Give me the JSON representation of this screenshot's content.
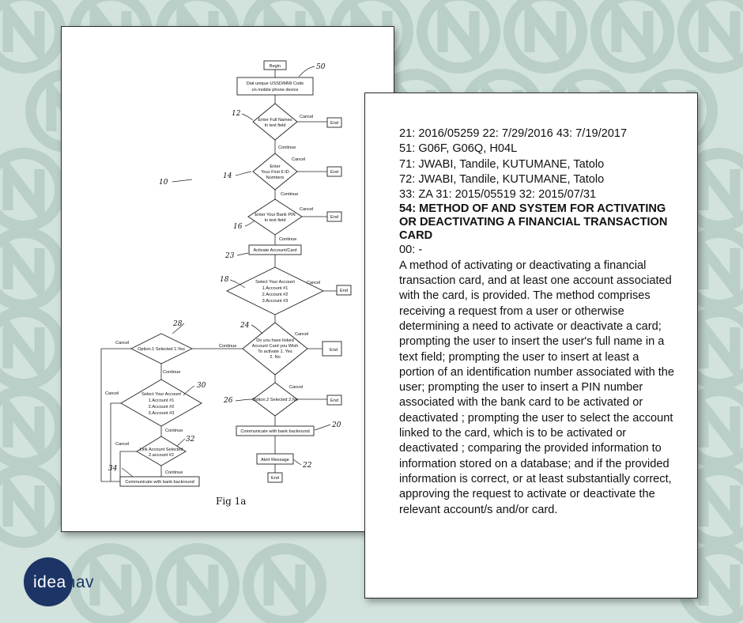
{
  "colors": {
    "background": "#d2e2dc",
    "pattern": "#b7cec5",
    "brand_blue": "#1c3566"
  },
  "flowchart": {
    "figure_caption": "Fig 1a",
    "steps": {
      "begin": "Begin",
      "dial_1": "Dial unique USSD/MMI Code",
      "dial_2": "on mobile phone device",
      "enter_names_1": "Enter Full Names",
      "enter_names_2": "In text field",
      "enter_id_1": "Enter",
      "enter_id_2": "Your First 6 ID",
      "enter_id_3": "Numbers",
      "enter_pin_1": "Enter Your Bank PIN",
      "enter_pin_2": "In text field",
      "activate": "Activate Account/Card",
      "select_1": "Select Your Account",
      "select_2": "1.Account #1",
      "select_3": "2.Account #2",
      "select_4": "3.Account #3",
      "linked_1": "Do you have linked",
      "linked_2": "Account Card you Wish",
      "linked_3": "To activate 1. Yes",
      "linked_4": "2. No",
      "option2": "Option.2 Selected 2.No",
      "communicate": "Communicate with bank backround",
      "alert": "Alert Message",
      "option1": "Option.1 Selected 1.Yes",
      "left_select_1": "Select Your Account",
      "left_select_2": "1.Account #1",
      "left_select_3": "2.Account #2",
      "left_select_4": "3.Account #3",
      "link_1": "Link Account Selected",
      "link_2": "2.account #2",
      "left_communicate": "Communicate with bank backround",
      "end": "End",
      "cancel": "Cancel",
      "continue": "Continue"
    },
    "refs": {
      "r50": "50",
      "r12": "12",
      "r10": "10",
      "r14": "14",
      "r16": "16",
      "r23": "23",
      "r18": "18",
      "r24": "24",
      "r28": "28",
      "r30": "30",
      "r26": "26",
      "r20": "20",
      "r32": "32",
      "r22": "22",
      "r34": "34"
    }
  },
  "patent": {
    "line_21": "21: 2016/05259 22: 7/29/2016 43: 7/19/2017",
    "line_51": "51: G06F, G06Q, H04L",
    "line_71": "71: JWABI, Tandile, KUTUMANE, Tatolo",
    "line_72": "72: JWABI, Tandile, KUTUMANE, Tatolo",
    "line_33": "33: ZA 31: 2015/05519 32: 2015/07/31",
    "title": "54: METHOD OF AND SYSTEM FOR ACTIVATING OR DEACTIVATING A FINANCIAL TRANSACTION CARD",
    "line_00": "00: -",
    "abstract": "A method of activating or deactivating a financial transaction card, and at least one account associated with the card, is provided.  The method comprises receiving a request from a user or otherwise determining a need to activate or deactivate a card; prompting the user to insert the user's full name in a text field; prompting the user to insert at least a portion of an identification number associated with the user; prompting the user to insert a PIN number associated with the bank card to be activated or deactivated ; prompting the user to select the account linked to the card, which is to be activated or deactivated ; comparing the provided information to information stored on a database; and if the provided information is correct, or at least substantially correct, approving the request to activate or deactivate the relevant account/s and/or card."
  },
  "logo": {
    "text_start": "idea",
    "text_end": "nav",
    "icon": "ideanav-logo-icon"
  }
}
